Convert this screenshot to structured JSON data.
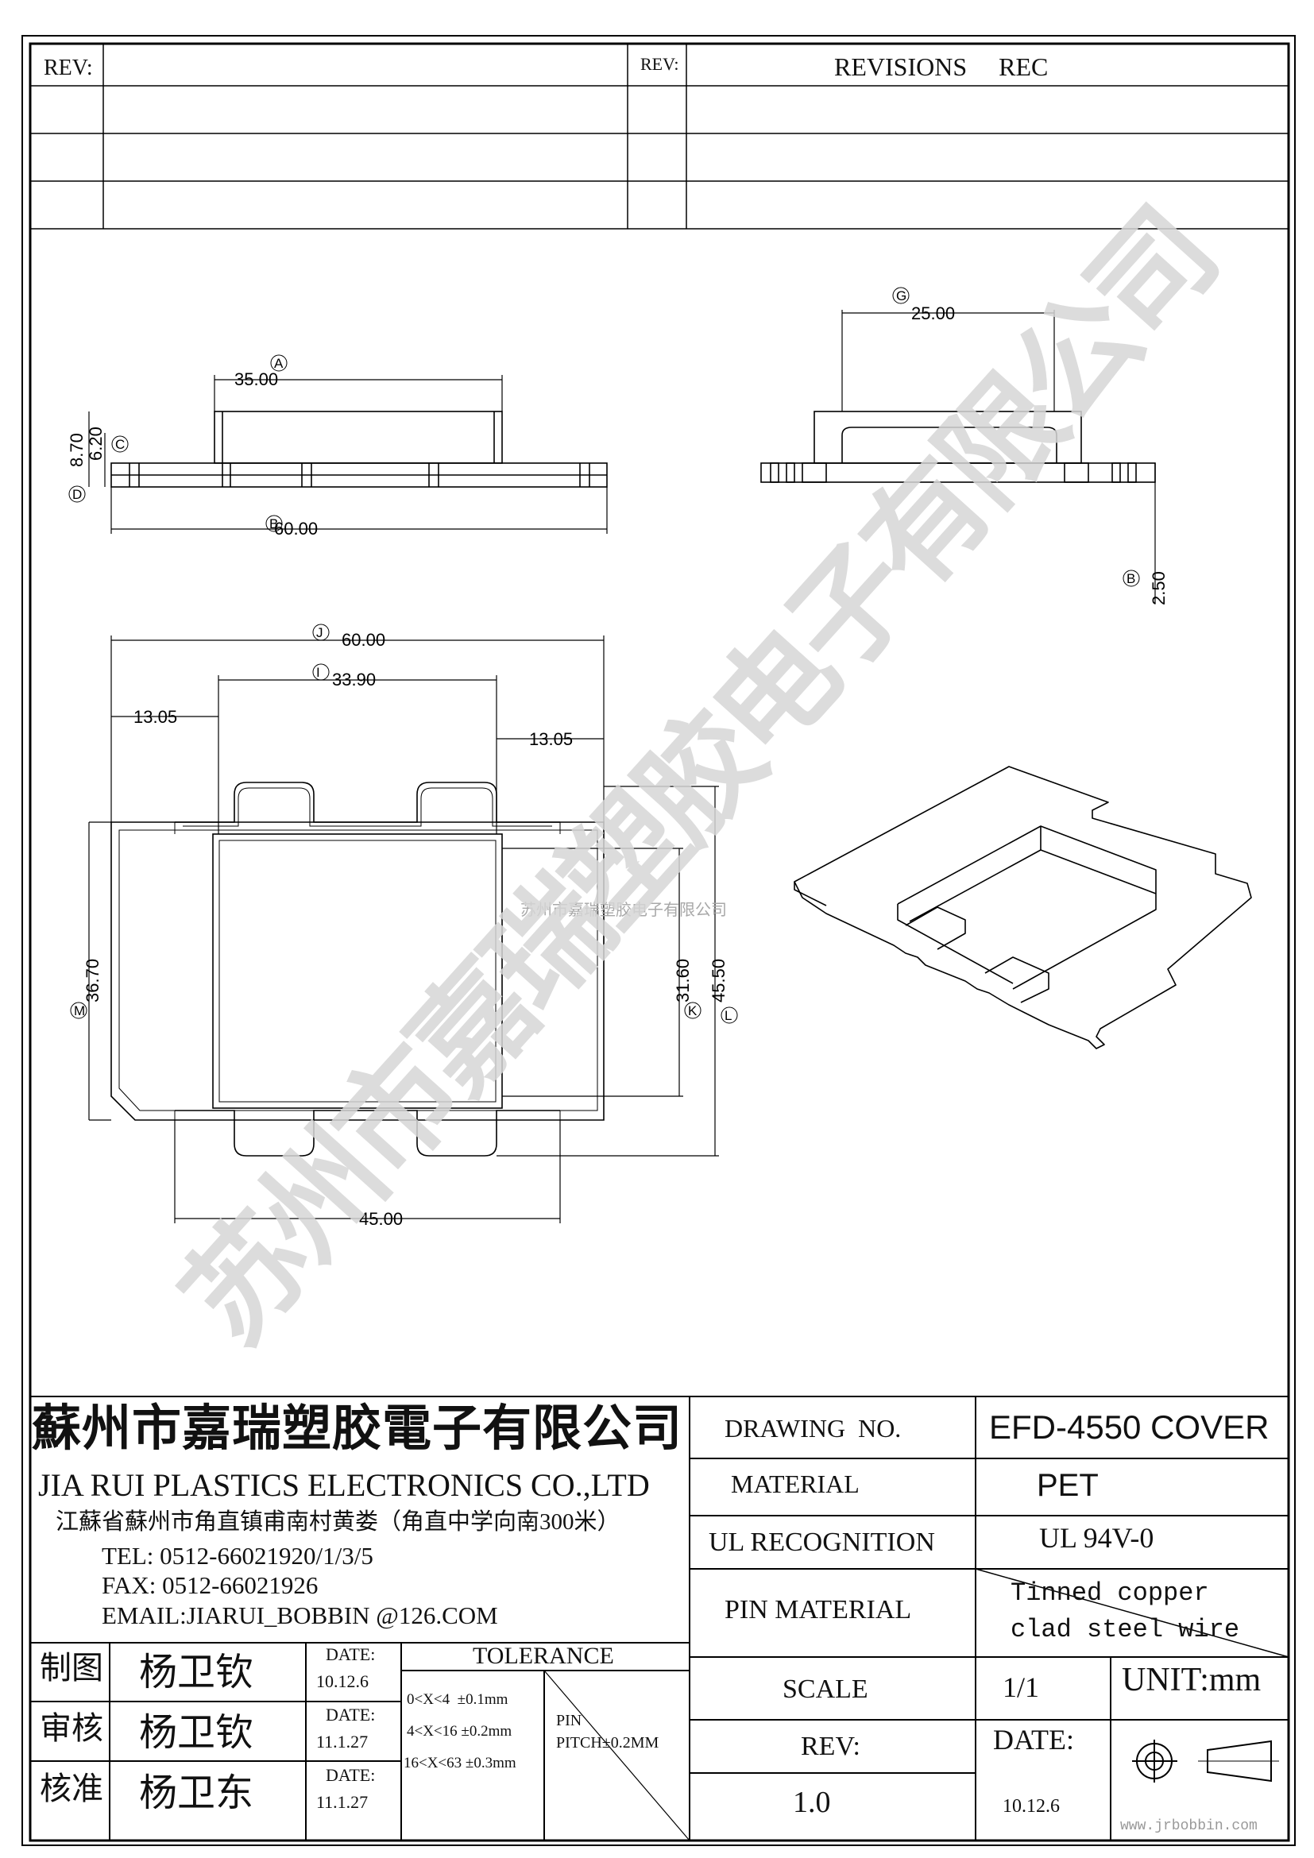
{
  "revisions": {
    "rev_label_left": "REV:",
    "rev_label_right": "REV:",
    "header": "REVISIONS     REC"
  },
  "drawings": {
    "side_view": {
      "dim_a_label": "A",
      "dim_a": "35.00",
      "dim_b_label": "B",
      "dim_b": "60.00",
      "dim_h1": "8.70",
      "dim_h2": "6.20",
      "dim_c_label": "C",
      "dim_d_label": "D"
    },
    "front_view": {
      "dim_g_label": "G",
      "dim_g": "25.00",
      "dim_b2_label": "B",
      "dim_b2": "2.50"
    },
    "top_view": {
      "dim_j_label": "J",
      "dim_j": "60.00",
      "dim_i_label": "I",
      "dim_i": "33.90",
      "dim_left": "13.05",
      "dim_right": "13.05",
      "dim_m_label": "M",
      "dim_m": "36.70",
      "dim_k_label": "K",
      "dim_k": "31.60",
      "dim_l_label": "L",
      "dim_l": "45.50",
      "dim_bottom": "45.00"
    },
    "watermark_small": "苏州市嘉瑞塑胶电子有限公司",
    "watermark_large": "苏州市嘉瑞塑胶电子有限公司"
  },
  "title_block": {
    "company_cn": "蘇州市嘉瑞塑胶電子有限公司",
    "company_en": "JIA RUI PLASTICS ELECTRONICS CO.,LTD",
    "address": "江蘇省蘇州市角直镇甫南村黄娄（角直中学向南300米）",
    "tel": "TEL: 0512-66021920/1/3/5",
    "fax": "FAX: 0512-66021926",
    "email": "EMAIL:JIARUI_BOBBIN @126.COM",
    "drawing_no_label": "DRAWING  NO.",
    "drawing_no": "EFD-4550 COVER",
    "material_label": "MATERIAL",
    "material": "PET",
    "ul_label": "UL RECOGNITION",
    "ul": "UL 94V-0",
    "pin_material_label": "PIN MATERIAL",
    "pin_material_1": "Tinned copper",
    "pin_material_2": "clad steel wire",
    "scale_label": "SCALE",
    "scale": "1/1",
    "unit": "UNIT:mm",
    "rev_label": "REV:",
    "rev": "1.0",
    "date_label": "DATE:",
    "date": "10.12.6",
    "tolerance_title": "TOLERANCE",
    "tol_1": "0<X<4  ±0.1mm",
    "tol_2": "4<X<16 ±0.2mm",
    "tol_3": "16<X<63 ±0.3mm",
    "pin_pitch_1": "PIN",
    "pin_pitch_2": "PITCH±0.2MM",
    "sign_rows": [
      {
        "role": "制图",
        "name": "杨卫钦",
        "date_label": "DATE:",
        "date": "10.12.6"
      },
      {
        "role": "审核",
        "name": "杨卫钦",
        "date_label": "DATE:",
        "date": "11.1.27"
      },
      {
        "role": "核准",
        "name": "杨卫东",
        "date_label": "DATE:",
        "date": "11.1.27"
      }
    ],
    "website": "www.jrbobbin.com"
  }
}
